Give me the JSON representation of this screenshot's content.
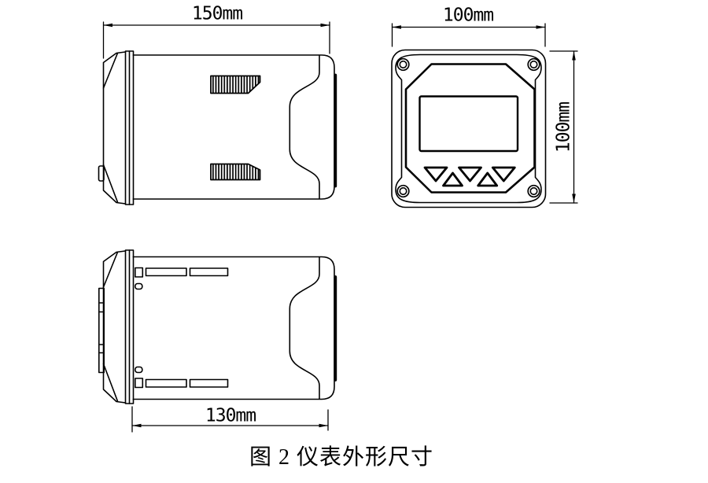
{
  "page": {
    "background": "#ffffff",
    "line_color": "#000000"
  },
  "figure": {
    "caption": "图 2 仪表外形尺寸",
    "views": {
      "side_top": {
        "width_label": "150mm"
      },
      "front": {
        "width_label": "100mm",
        "height_label": "100mm"
      },
      "side_bottom": {
        "width_label": "130mm"
      }
    }
  }
}
